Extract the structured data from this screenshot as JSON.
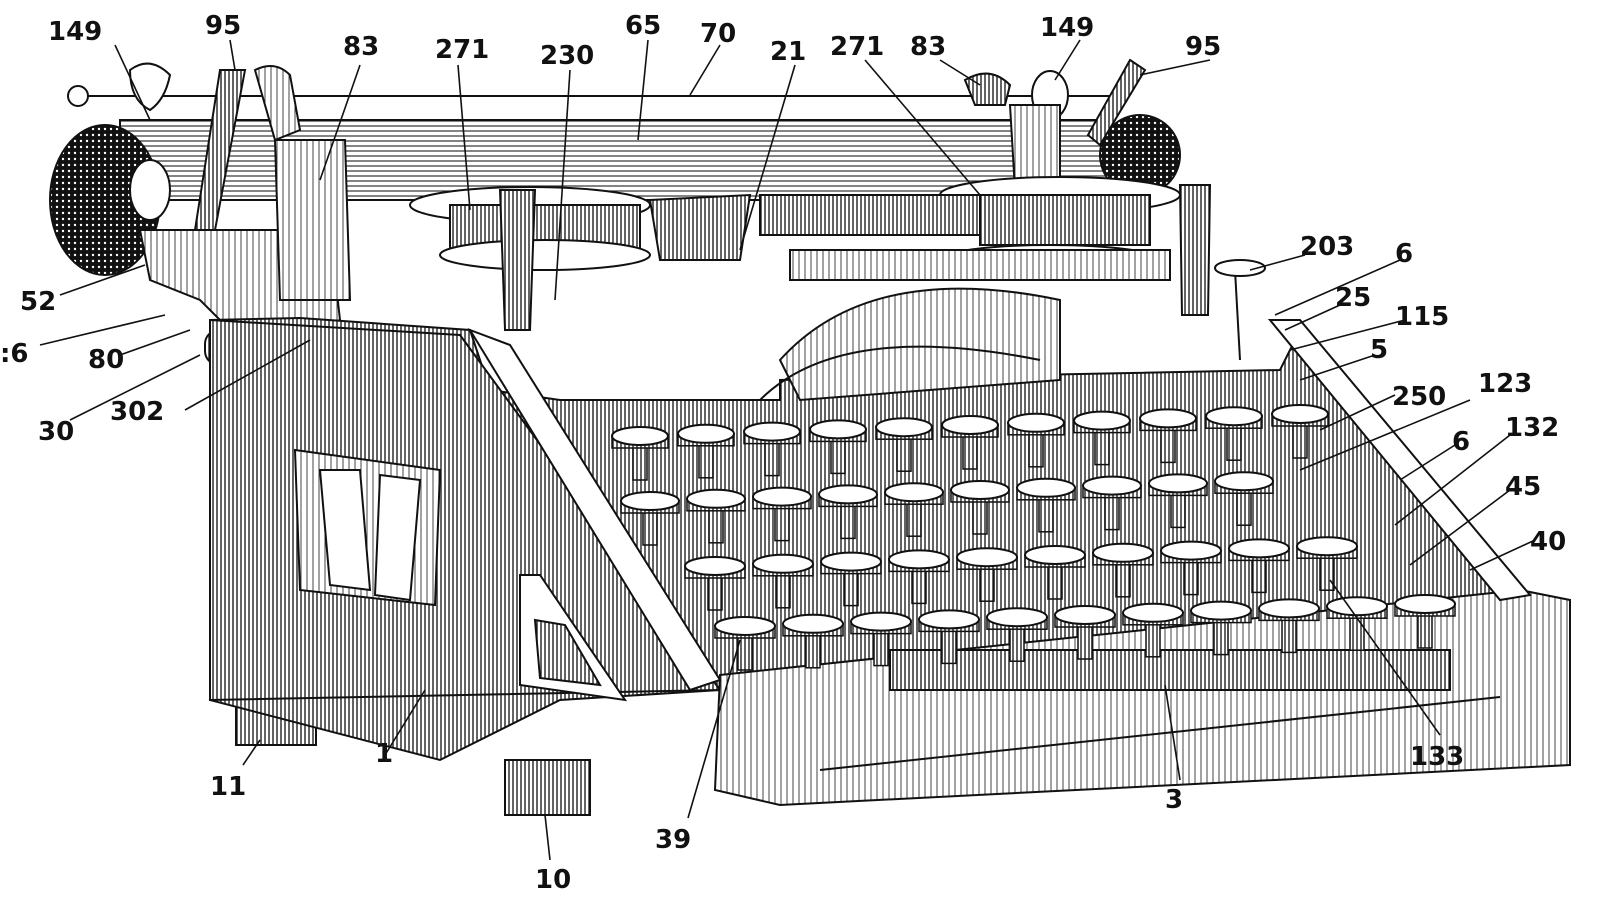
{
  "colors": {
    "paper": "#ffffff",
    "ink": "#111111",
    "shade": "#8a8a8a",
    "light": "#d9d9d9"
  },
  "labels": {
    "l149a": "149",
    "l95a": "95",
    "l83a": "83",
    "l271a": "271",
    "l230": "230",
    "l65": "65",
    "l70": "70",
    "l21": "21",
    "l271b": "271",
    "l83b": "83",
    "l149b": "149",
    "l95b": "95",
    "l203": "203",
    "l6a": "6",
    "l25": "25",
    "l115": "115",
    "l5": "5",
    "l250": "250",
    "l123": "123",
    "l6b": "6",
    "l132": "132",
    "l45": "45",
    "l40": "40",
    "l52": "52",
    "l66": ":6",
    "l80": "80",
    "l30": "30",
    "l302": "302",
    "l11": "11",
    "l1": "1",
    "l10": "10",
    "l39": "39",
    "l3": "3",
    "l133": "133"
  },
  "keyboard": {
    "rows": [
      11,
      10,
      10,
      11
    ]
  }
}
